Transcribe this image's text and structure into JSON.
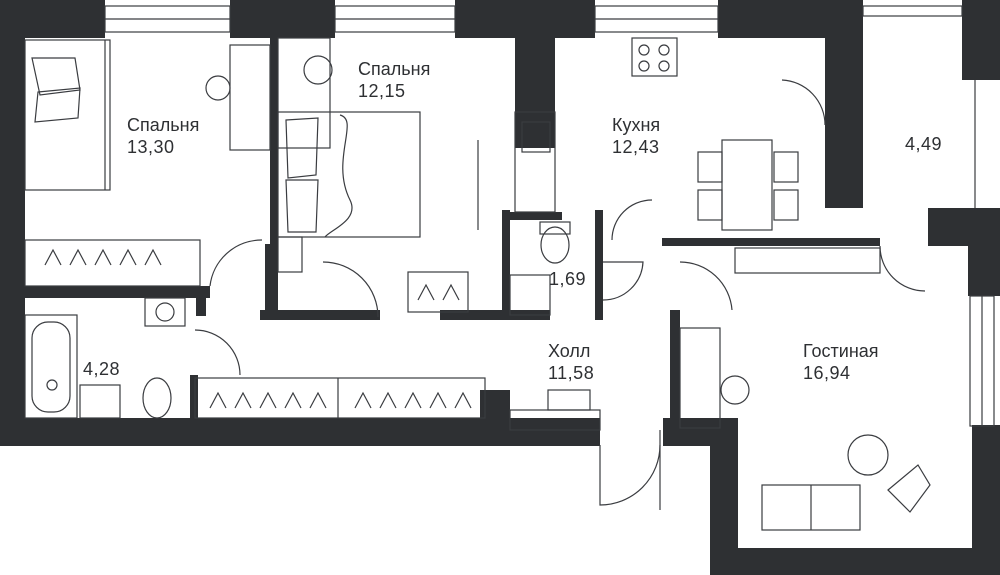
{
  "plan": {
    "colors": {
      "wall": "#2e3033",
      "line": "#3a3c40",
      "background": "#ffffff"
    },
    "rooms": [
      {
        "id": "bedroom-1",
        "name": "Спальня",
        "area": "13,30"
      },
      {
        "id": "bedroom-2",
        "name": "Спальня",
        "area": "12,15"
      },
      {
        "id": "kitchen",
        "name": "Кухня",
        "area": "12,43"
      },
      {
        "id": "balcony",
        "name": "",
        "area": "4,49"
      },
      {
        "id": "bathroom",
        "name": "",
        "area": "4,28"
      },
      {
        "id": "toilet",
        "name": "",
        "area": "1,69"
      },
      {
        "id": "hall",
        "name": "Холл",
        "area": "11,58"
      },
      {
        "id": "living-room",
        "name": "Гостиная",
        "area": "16,94"
      }
    ]
  }
}
